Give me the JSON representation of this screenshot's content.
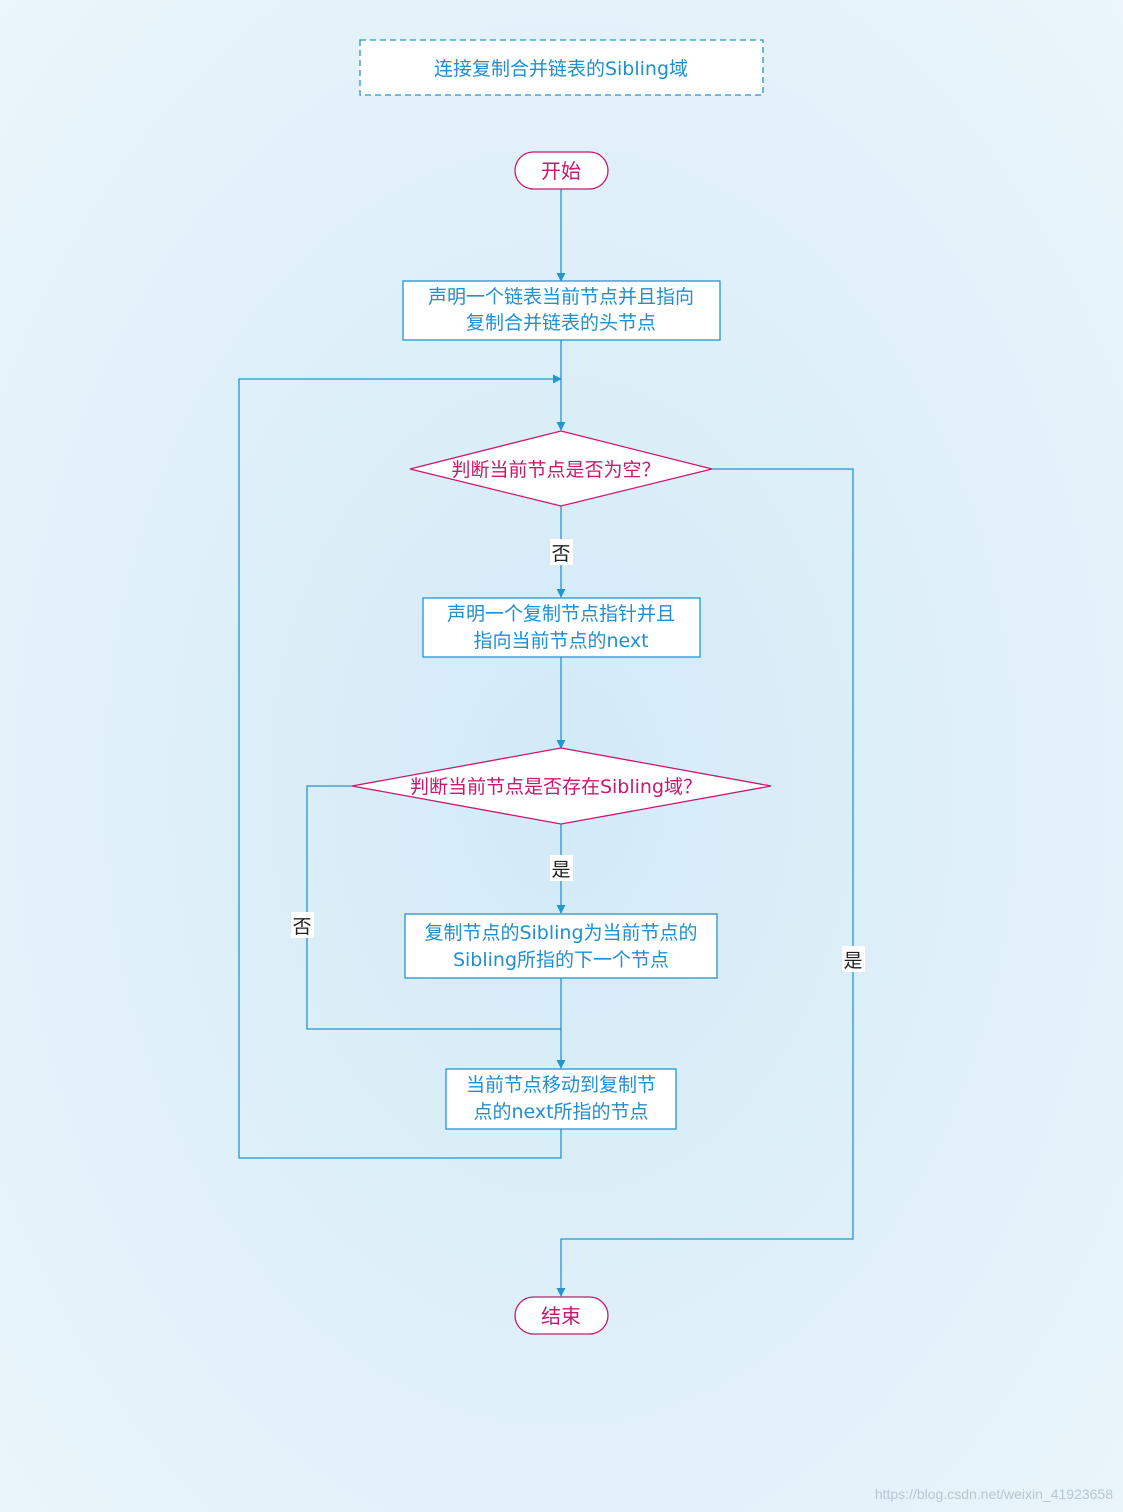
{
  "title": "连接复制合并链表的Sibling域",
  "nodes": {
    "start": "开始",
    "step1": [
      "声明一个链表当前节点并且指向",
      "复制合并链表的头节点"
    ],
    "decision1": "判断当前节点是否为空？",
    "step2": [
      "声明一个复制节点指针并且",
      "指向当前节点的next"
    ],
    "decision2": "判断当前节点是否存在Sibling域？",
    "step3": [
      "复制节点的Sibling为当前节点的",
      "Sibling所指的下一个节点"
    ],
    "step4": [
      "当前节点移动到复制节",
      "点的next所指的节点"
    ],
    "end": "结束"
  },
  "edge_labels": {
    "d1_no": "否",
    "d2_yes": "是",
    "d2_no": "否",
    "d1_yes": "是"
  },
  "watermark": "https://blog.csdn.net/weixin_41923658",
  "colors": {
    "line": "#2196cf",
    "box_text": "#1f8fcf",
    "terminal": "#c8186e",
    "box_fill": "#ffffff"
  }
}
